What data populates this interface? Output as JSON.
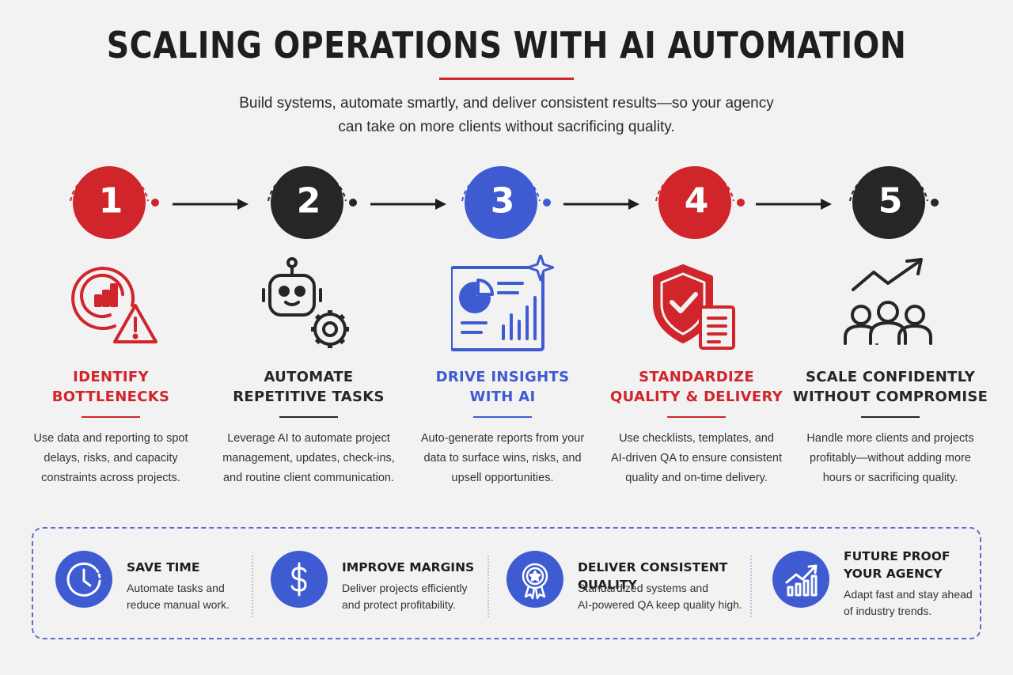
{
  "header": {
    "title": "SCALING OPERATIONS WITH AI AUTOMATION",
    "subtitle_line1": "Build systems, automate smartly, and deliver consistent results—so your agency",
    "subtitle_line2": "can take on more clients without sacrificing quality."
  },
  "colors": {
    "red": "#d0252a",
    "dark": "#262626",
    "blue": "#3f5bd1",
    "background": "#f2f2f2"
  },
  "steps": [
    {
      "number": "1",
      "color": "#d0252a",
      "icon": "warning-chart-icon",
      "label_line1": "IDENTIFY",
      "label_line2": "BOTTLENECKS",
      "desc_line1": "Use data and reporting to spot",
      "desc_line2": "delays, risks, and capacity",
      "desc_line3": "constraints across projects."
    },
    {
      "number": "2",
      "color": "#262626",
      "icon": "robot-gear-icon",
      "label_line1": "AUTOMATE",
      "label_line2": "REPETITIVE TASKS",
      "desc_line1": "Leverage AI to automate project",
      "desc_line2": "management, updates, check-ins,",
      "desc_line3": "and routine client communication."
    },
    {
      "number": "3",
      "color": "#3f5bd1",
      "icon": "analytics-report-icon",
      "label_line1": "DRIVE INSIGHTS",
      "label_line2": "WITH AI",
      "desc_line1": "Auto-generate reports from your",
      "desc_line2": "data to surface wins, risks, and",
      "desc_line3": "upsell opportunities."
    },
    {
      "number": "4",
      "color": "#d0252a",
      "icon": "shield-check-document-icon",
      "label_line1": "STANDARDIZE",
      "label_line2": "QUALITY & DELIVERY",
      "desc_line1": "Use checklists, templates, and",
      "desc_line2": "AI-driven QA to ensure consistent",
      "desc_line3": "quality and on-time delivery."
    },
    {
      "number": "5",
      "color": "#262626",
      "icon": "team-growth-icon",
      "label_line1": "SCALE CONFIDENTLY",
      "label_line2": "WITHOUT COMPROMISE",
      "desc_line1": "Handle more clients and projects",
      "desc_line2": "profitably—without adding more",
      "desc_line3": "hours or sacrificing quality."
    }
  ],
  "benefits": [
    {
      "icon": "clock-icon",
      "title_line1": "SAVE TIME",
      "title_line2": "",
      "desc_line1": "Automate tasks and",
      "desc_line2": "reduce manual work."
    },
    {
      "icon": "dollar-icon",
      "title_line1": "IMPROVE MARGINS",
      "title_line2": "",
      "desc_line1": "Deliver projects efficiently",
      "desc_line2": "and protect profitability."
    },
    {
      "icon": "award-badge-icon",
      "title_line1": "DELIVER CONSISTENT QUALITY",
      "title_line2": "",
      "desc_line1": "Standardized systems and",
      "desc_line2": "AI-powered QA keep quality high."
    },
    {
      "icon": "growth-chart-icon",
      "title_line1": "FUTURE PROOF",
      "title_line2": "YOUR AGENCY",
      "desc_line1": "Adapt fast and stay ahead",
      "desc_line2": "of industry trends."
    }
  ]
}
